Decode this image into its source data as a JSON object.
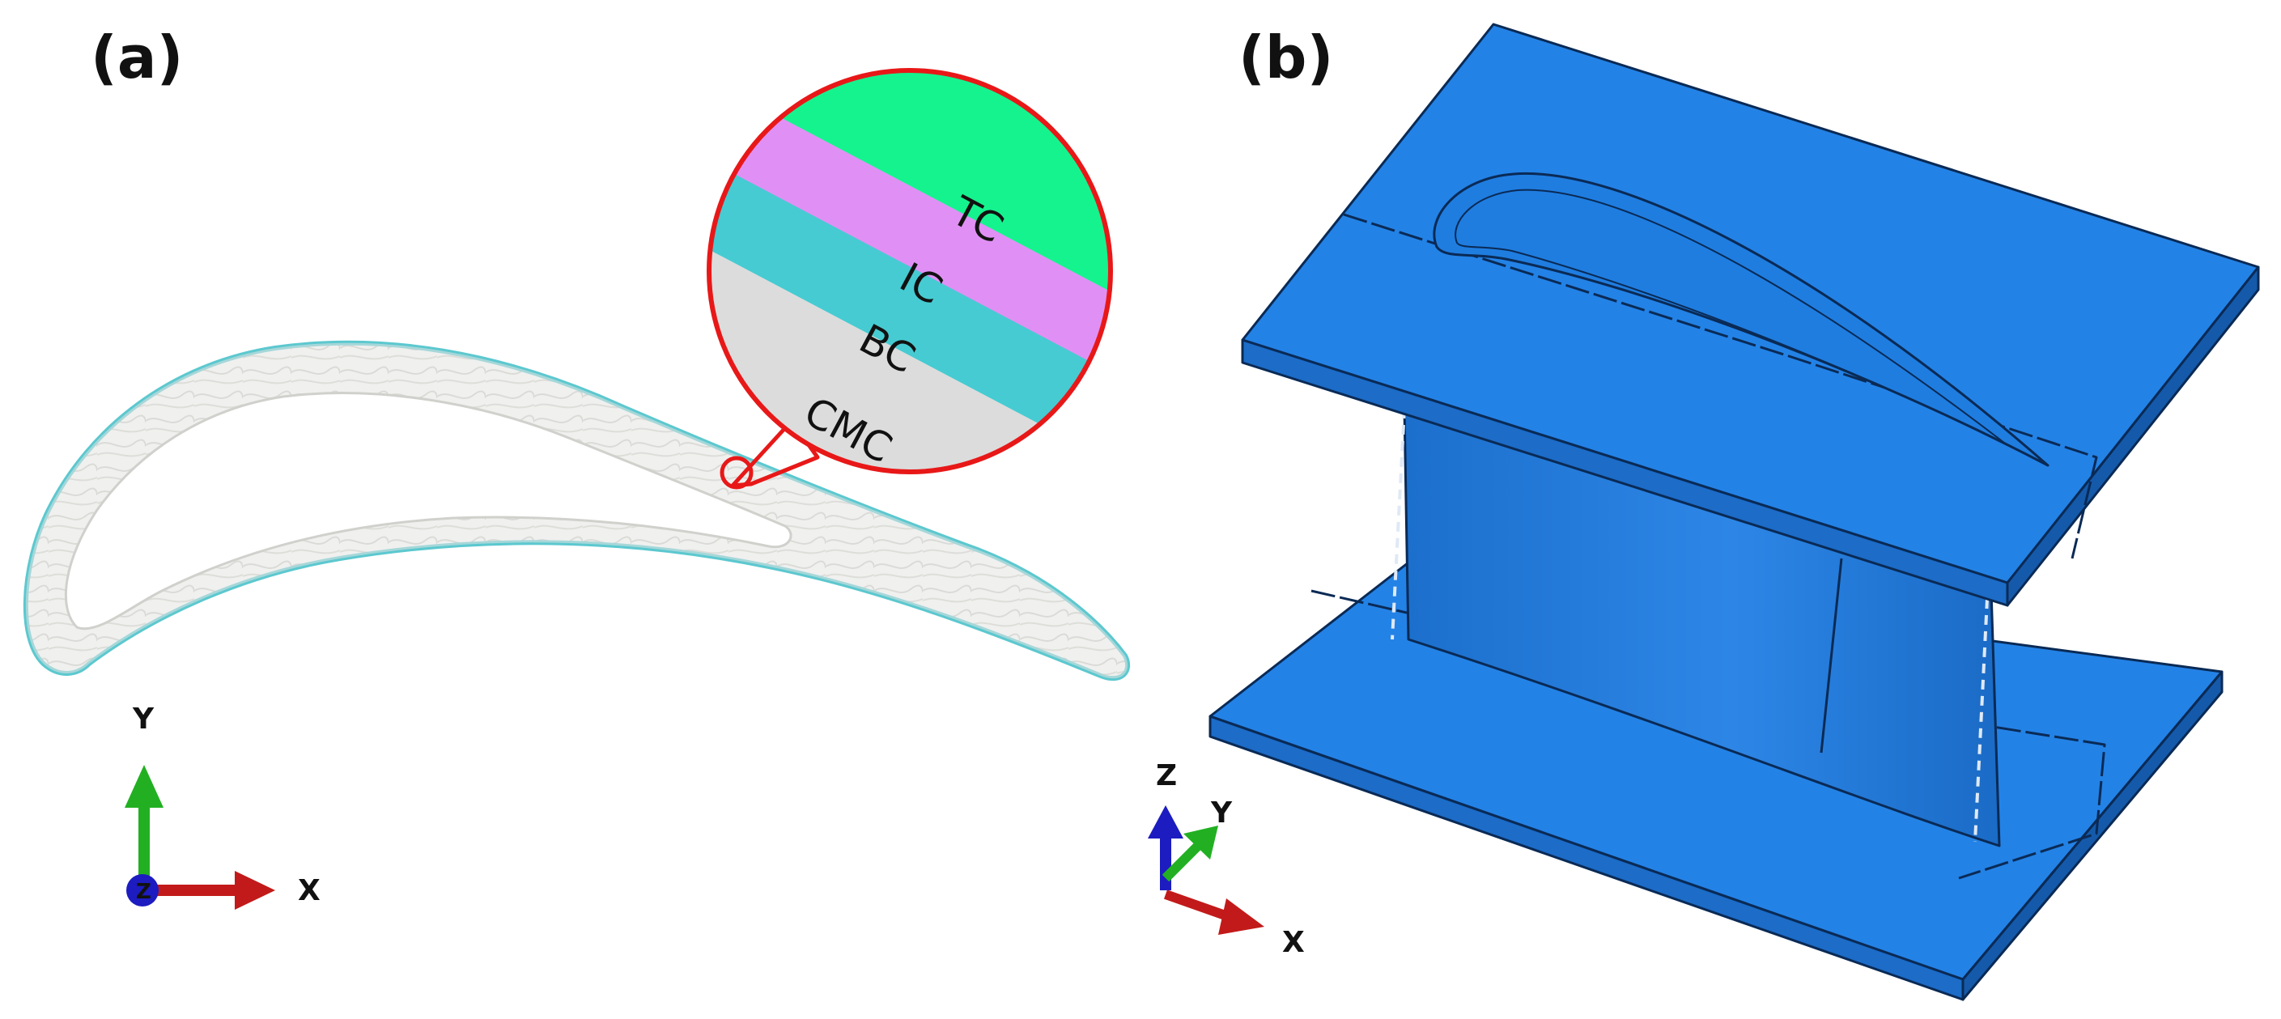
{
  "panels": {
    "a": {
      "label": "(a)",
      "layers": [
        {
          "name": "TC",
          "color": "#15f38e"
        },
        {
          "name": "IC",
          "color": "#e090f4"
        },
        {
          "name": "BC",
          "color": "#46cbd2"
        },
        {
          "name": "CMC",
          "color": "#dcdcdc"
        }
      ],
      "axes": {
        "y": "Y",
        "x": "X",
        "z": "Z"
      },
      "highlight_color": "#e81818",
      "coating_color": "#5cc8cf",
      "substrate_color": "#e4e4e1"
    },
    "b": {
      "label": "(b)",
      "axes": {
        "z": "Z",
        "y": "Y",
        "x": "X"
      },
      "model_color": "#1f7de0"
    }
  }
}
